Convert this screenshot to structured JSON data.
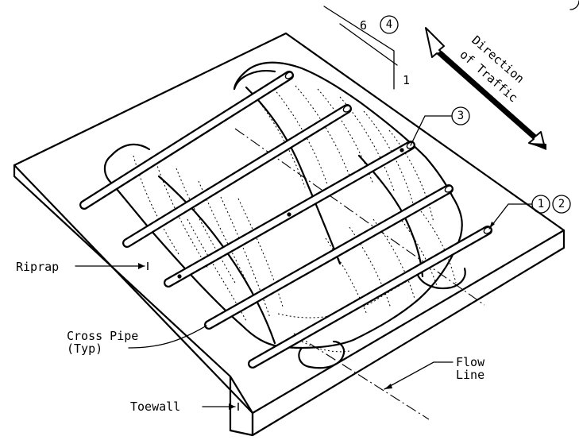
{
  "labels": {
    "direction_line1": "Direction",
    "direction_line2": "of Traffic",
    "riprap": "Riprap",
    "cross_pipe_line1": "Cross Pipe",
    "cross_pipe_line2": "(Typ)",
    "flow_line1": "Flow",
    "flow_line2": "Line",
    "toewall": "Toewall"
  },
  "slope": {
    "run": "6",
    "rise": "1"
  },
  "callouts": {
    "c1": "1",
    "c2": "2",
    "c3": "3",
    "c4": "4"
  }
}
